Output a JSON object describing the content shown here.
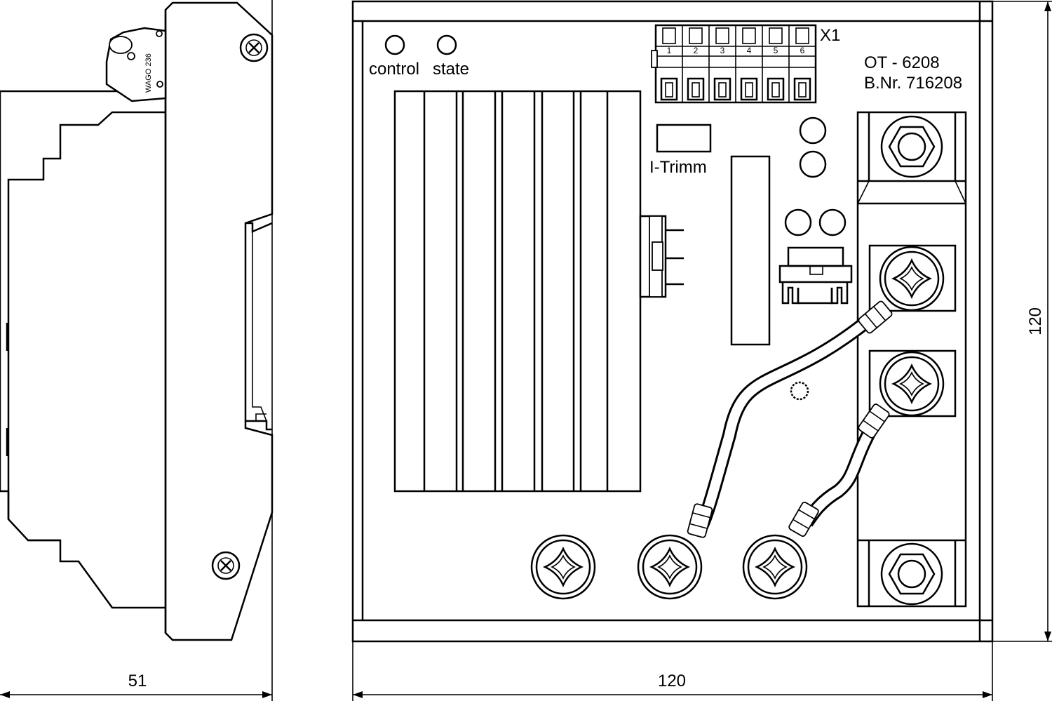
{
  "drawing": {
    "side_view": {
      "connector_label": "WAGO 236"
    },
    "front_view": {
      "led_labels": [
        "control",
        "state"
      ],
      "terminal_block_label": "X1",
      "terminal_numbers": [
        "1",
        "2",
        "3",
        "4",
        "5",
        "6"
      ],
      "trim_label": "I-Trimm",
      "model": "OT - 6208",
      "part_number": "B.Nr. 716208"
    },
    "dimensions": {
      "side_width": "51",
      "front_width": "120",
      "front_height": "120"
    }
  }
}
